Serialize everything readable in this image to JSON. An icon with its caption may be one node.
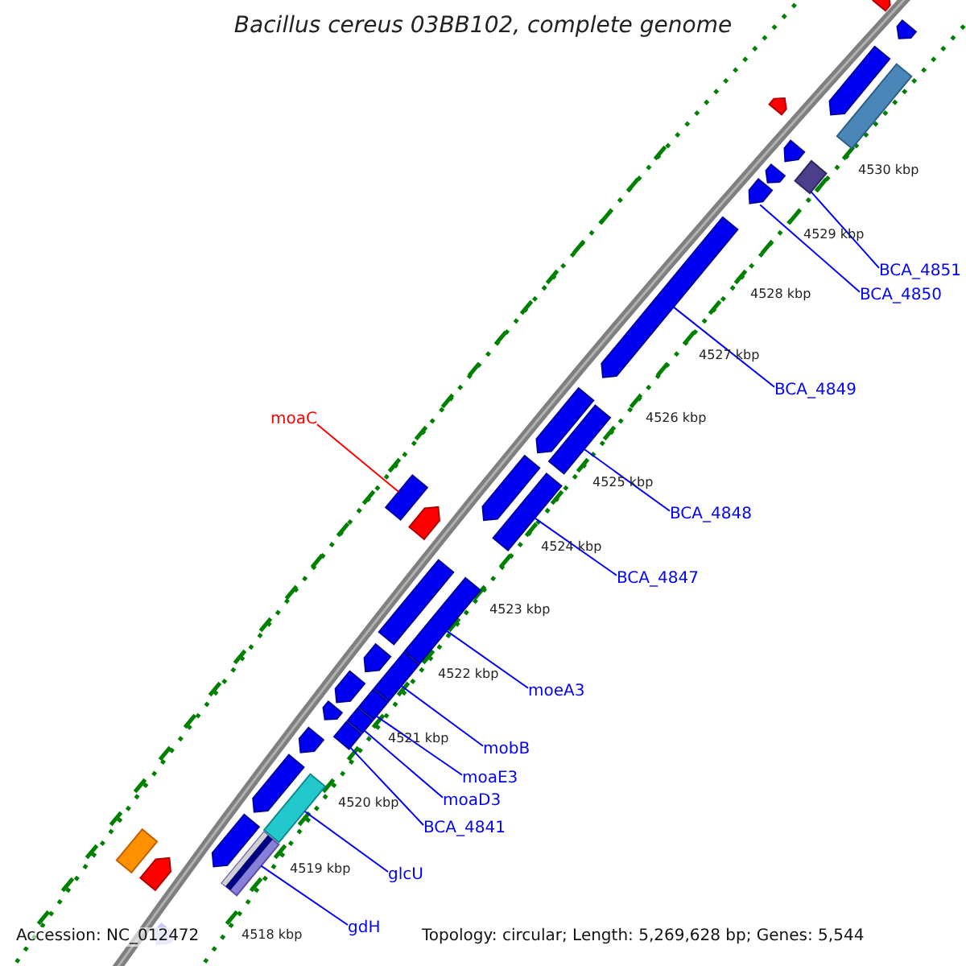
{
  "diagram": {
    "title": "Bacillus cereus 03BB102, complete genome",
    "nodes": [
      {
        "text": [
          "BCA_4851"
        ]
      },
      {
        "text": [
          "BCA_4850"
        ]
      },
      {
        "text": [
          "BCA_4849"
        ]
      },
      {
        "text": [
          "moaC"
        ]
      },
      {
        "text": [
          "BCA_4848"
        ]
      },
      {
        "text": [
          "BCA_4847"
        ]
      },
      {
        "text": [
          "moeA3"
        ]
      },
      {
        "text": [
          "mobB"
        ]
      },
      {
        "text": [
          "moaE3"
        ]
      },
      {
        "text": [
          "moaD3"
        ]
      },
      {
        "text": [
          "BCA_4841"
        ]
      },
      {
        "text": [
          "glcU"
        ]
      },
      {
        "text": [
          "gdH"
        ]
      },
      {
        "text": [],
        "shape": "bar"
      },
      {
        "text": [],
        "shape": "bar"
      },
      {
        "text": [],
        "shape": "bar"
      },
      {
        "text": [],
        "shape": "bar"
      },
      {
        "text": [],
        "shape": "bar"
      },
      {
        "text": [],
        "shape": "bar"
      },
      {
        "text": [],
        "shape": "bar"
      },
      {
        "text": [],
        "shape": "bar"
      },
      {
        "text": [],
        "shape": "bar"
      },
      {
        "text": [],
        "shape": "bar"
      },
      {
        "text": [],
        "shape": "bar"
      },
      {
        "text": [],
        "shape": "bar"
      },
      {
        "text": [],
        "shape": "bar"
      },
      {
        "text": [],
        "shape": "bar"
      },
      {
        "text": [],
        "shape": "bar"
      },
      {
        "text": [],
        "shape": "bar"
      },
      {
        "text": [],
        "shape": "bar"
      },
      {
        "text": [],
        "shape": "bar"
      },
      {
        "text": [],
        "shape": "bar"
      },
      {
        "text": [],
        "shape": "bar"
      },
      {
        "text": [],
        "shape": "bar"
      },
      {
        "text": [],
        "shape": "bar"
      },
      {
        "text": [],
        "shape": "bar"
      },
      {
        "text": [],
        "shape": "bar"
      },
      {
        "text": [],
        "shape": "bar"
      },
      {
        "text": [],
        "shape": "bar"
      },
      {
        "text": [],
        "shape": "bar"
      },
      {
        "text": [],
        "shape": "bar"
      },
      {
        "text": [],
        "shape": "bar"
      },
      {
        "text": [],
        "shape": "bar"
      },
      {
        "text": [],
        "shape": "bar"
      },
      {
        "text": [],
        "shape": "bar"
      },
      {
        "text": [],
        "shape": "bar"
      }
    ],
    "edges": [
      {
        "from": 0,
        "to": 20,
        "arrow": "none"
      },
      {
        "from": 1,
        "to": 21,
        "arrow": "none"
      },
      {
        "from": 2,
        "to": 22,
        "arrow": "none"
      },
      {
        "from": 3,
        "to": 26,
        "arrow": "none",
        "color": "#ff0000"
      },
      {
        "from": 4,
        "to": 24,
        "arrow": "none"
      },
      {
        "from": 5,
        "to": 27,
        "arrow": "none"
      },
      {
        "from": 6,
        "to": 30,
        "arrow": "none"
      },
      {
        "from": 7,
        "to": 32,
        "arrow": "none"
      },
      {
        "from": 8,
        "to": 34,
        "arrow": "none"
      },
      {
        "from": 9,
        "to": 36,
        "arrow": "none"
      },
      {
        "from": 10,
        "to": 37,
        "arrow": "none"
      },
      {
        "from": 11,
        "to": 40,
        "arrow": "none"
      },
      {
        "from": 12,
        "to": 43,
        "arrow": "none"
      }
    ],
    "labels": [
      "4530 kbp",
      "4529 kbp",
      "4528 kbp",
      "4527 kbp",
      "4526 kbp",
      "4525 kbp",
      "4524 kbp",
      "4523 kbp",
      "4522 kbp",
      "4521 kbp",
      "4520 kbp",
      "4519 kbp",
      "4518 kbp",
      "Accession: NC_012472",
      "Topology: circular; Length: 5,269,628 bp; Genes: 5,544"
    ]
  }
}
